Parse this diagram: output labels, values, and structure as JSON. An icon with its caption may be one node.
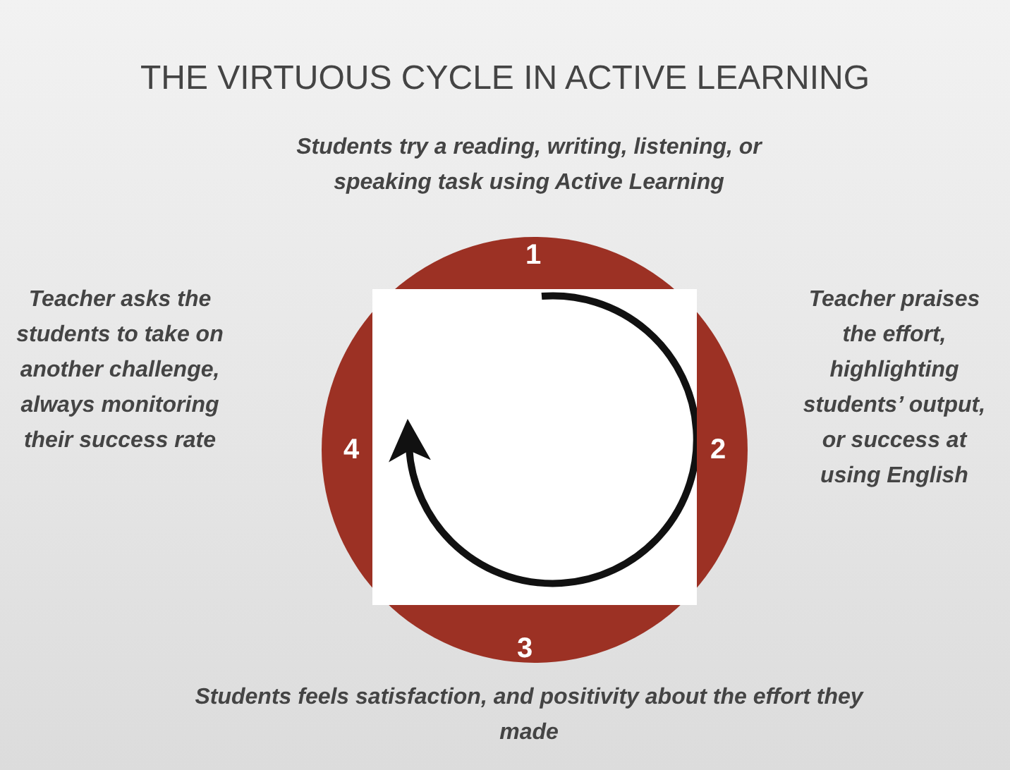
{
  "diagram": {
    "title": "THE VIRTUOUS CYCLE IN ACTIVE LEARNING",
    "nodes": [
      {
        "text": [
          "1",
          "2",
          "3",
          "4"
        ]
      },
      {
        "text": [],
        "shape": "box",
        "in": 0
      }
    ],
    "labels": [
      "Students try a reading, writing, listening, or speaking task using Active Learning",
      "Teacher asks the students to take on another challenge, always monitoring their success rate",
      "Teacher praises the effort, highlighting students’ output, or success at using English",
      "Students feels satisfaction, and positivity about the effort they made"
    ]
  }
}
